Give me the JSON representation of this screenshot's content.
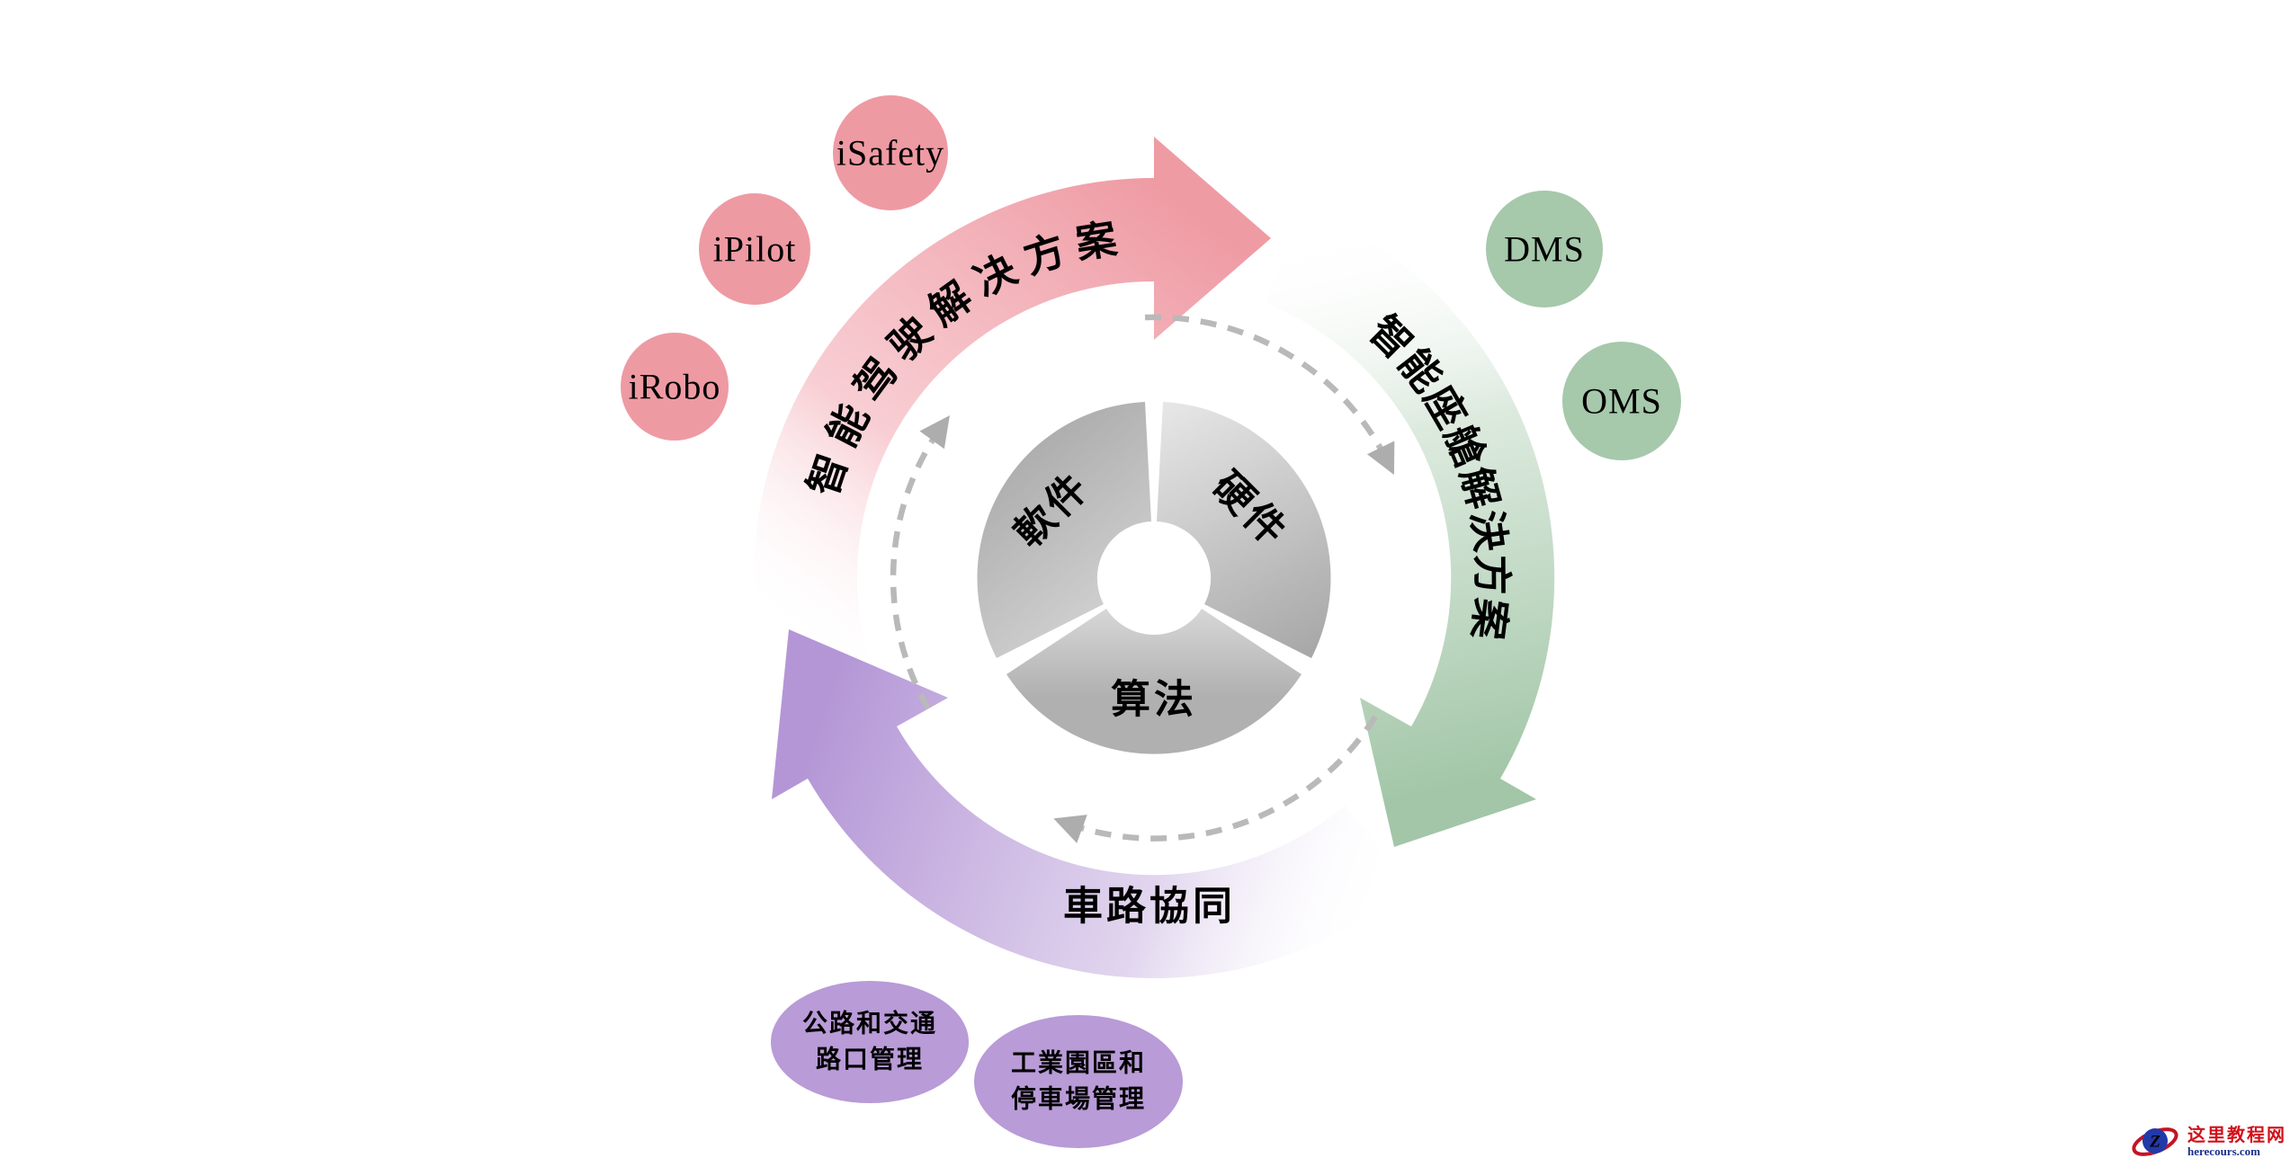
{
  "palette": {
    "background": "#ffffff",
    "driving_pink": "#ef9ba4",
    "cockpit_green": "#a2c6a7",
    "v2x_purple": "#b496d6",
    "bubble_pink": "#ee9aa3",
    "bubble_green": "#a6c8ab",
    "bubble_purple": "#b89bd7",
    "core_gray": "#bdbdbd",
    "dash_gray": "#b9b9b9",
    "text": "#000000",
    "watermark_red": "#d0121b",
    "watermark_blue": "#1b2f8a"
  },
  "arrows": {
    "driving": {
      "label": "智能驾驶解决方案"
    },
    "cockpit": {
      "label": "智能座艙解決方案"
    },
    "v2x": {
      "label": "車路協同"
    }
  },
  "core": {
    "segments": [
      {
        "label": "軟件"
      },
      {
        "label": "硬件"
      },
      {
        "label": "算法"
      }
    ]
  },
  "bubbles": {
    "driving": [
      {
        "label": "iSafety"
      },
      {
        "label": "iPilot"
      },
      {
        "label": "iRobo"
      }
    ],
    "cockpit": [
      {
        "label": "DMS"
      },
      {
        "label": "OMS"
      }
    ],
    "v2x": [
      {
        "line1": "公路和交通",
        "line2": "路口管理"
      },
      {
        "line1": "工業園區和",
        "line2": "停車場管理"
      }
    ]
  },
  "watermark": {
    "logo_letter": "Z",
    "site_name": "这里教程网",
    "site_url": "herecours.com"
  }
}
